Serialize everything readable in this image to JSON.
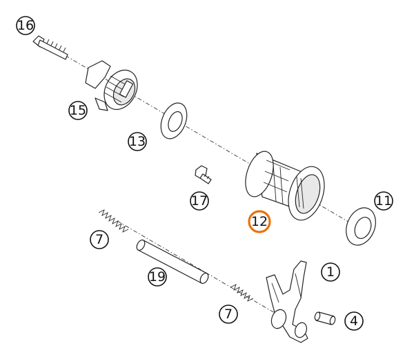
{
  "diagram": {
    "highlight_color": "#e8730c",
    "callouts": [
      {
        "id": "16",
        "label": "16"
      },
      {
        "id": "15",
        "label": "15"
      },
      {
        "id": "13",
        "label": "13"
      },
      {
        "id": "17",
        "label": "17"
      },
      {
        "id": "12",
        "label": "12",
        "highlighted": true
      },
      {
        "id": "11",
        "label": "11"
      },
      {
        "id": "7a",
        "label": "7"
      },
      {
        "id": "19",
        "label": "19"
      },
      {
        "id": "1",
        "label": "1"
      },
      {
        "id": "7b",
        "label": "7"
      },
      {
        "id": "4",
        "label": "4"
      }
    ],
    "parts": [
      {
        "id": "bolt",
        "icon": "bolt-icon"
      },
      {
        "id": "shift-drum-locating",
        "icon": "locating-piece-icon"
      },
      {
        "id": "washer-13",
        "icon": "washer-icon"
      },
      {
        "id": "screw-17",
        "icon": "screw-icon"
      },
      {
        "id": "shift-drum",
        "icon": "drum-icon"
      },
      {
        "id": "washer-11",
        "icon": "washer-icon"
      },
      {
        "id": "spring-7a",
        "icon": "spring-icon"
      },
      {
        "id": "shaft-19",
        "icon": "shaft-icon"
      },
      {
        "id": "spring-7b",
        "icon": "spring-icon"
      },
      {
        "id": "shift-fork",
        "icon": "shift-fork-icon"
      },
      {
        "id": "roller-4",
        "icon": "roller-icon"
      }
    ]
  }
}
